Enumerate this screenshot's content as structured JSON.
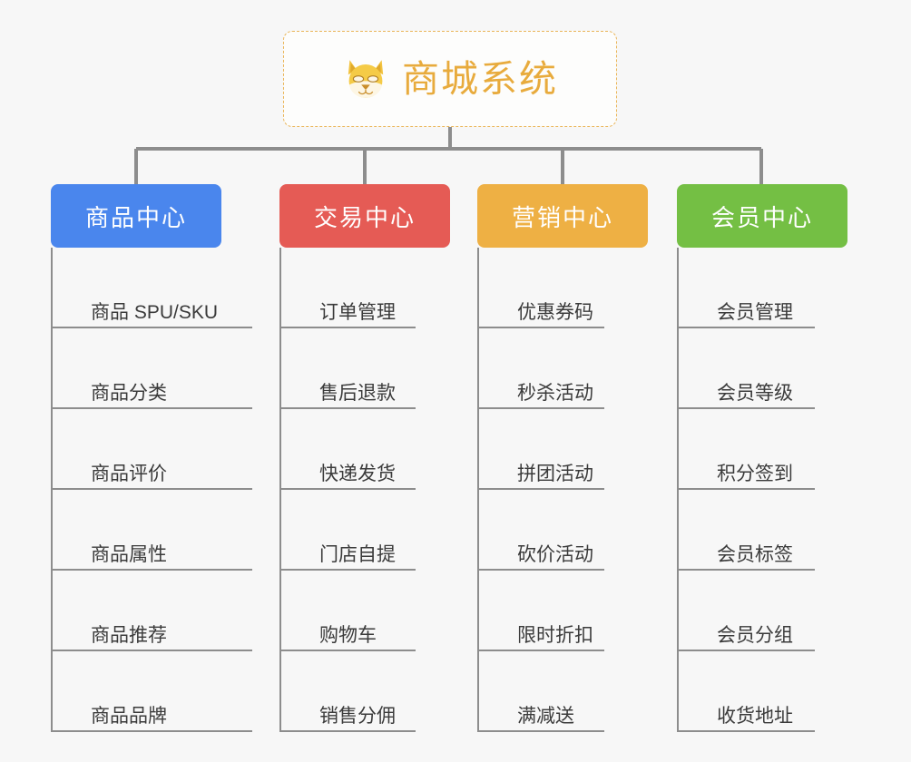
{
  "root": {
    "title": "商城系统",
    "icon": "shiba-inu-emoji",
    "border_color": "#eab558",
    "title_color": "#e8ab3d"
  },
  "connector_color": "#8d8d8d",
  "background_color": "#f7f7f7",
  "columns": [
    {
      "label": "商品中心",
      "color": "#4a86ed",
      "items": [
        "商品 SPU/SKU",
        "商品分类",
        "商品评价",
        "商品属性",
        "商品推荐",
        "商品品牌"
      ]
    },
    {
      "label": "交易中心",
      "color": "#e55b55",
      "items": [
        "订单管理",
        "售后退款",
        "快递发货",
        "门店自提",
        "购物车",
        "销售分佣"
      ]
    },
    {
      "label": "营销中心",
      "color": "#eeb044",
      "items": [
        "优惠券码",
        "秒杀活动",
        "拼团活动",
        "砍价活动",
        "限时折扣",
        "满减送"
      ]
    },
    {
      "label": "会员中心",
      "color": "#74bf44",
      "items": [
        "会员管理",
        "会员等级",
        "积分签到",
        "会员标签",
        "会员分组",
        "收货地址"
      ]
    }
  ]
}
